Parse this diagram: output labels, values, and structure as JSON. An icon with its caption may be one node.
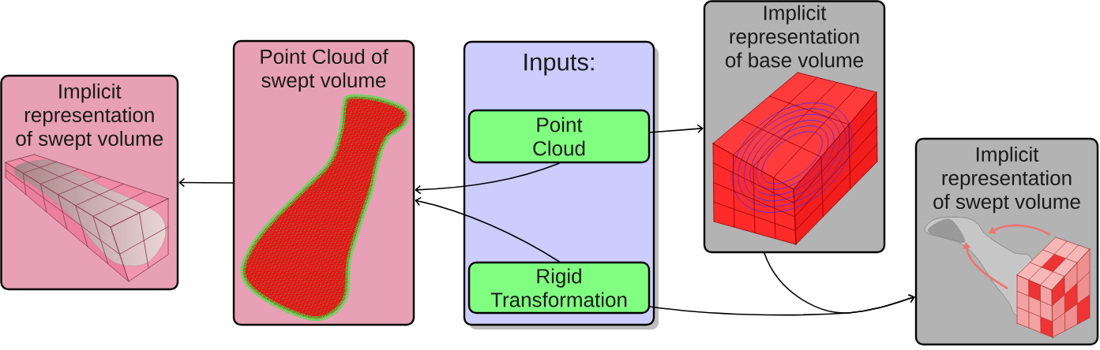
{
  "diagram": {
    "nodes": [
      {
        "text": [
          "Implicit representation of swept volume"
        ]
      },
      {
        "text": [
          "Point Cloud of swept volume"
        ]
      },
      {
        "text": [
          "Inputs:"
        ]
      },
      {
        "text": [
          "Point Cloud"
        ],
        "in": 2
      },
      {
        "text": [
          "Rigid Transformation"
        ],
        "in": 2
      },
      {
        "text": [
          "Implicit representation of base volume"
        ]
      },
      {
        "text": [
          "Implicit representation of swept volume"
        ]
      }
    ],
    "edges": [
      {
        "from": 1,
        "to": 0,
        "arrow": "to"
      },
      {
        "from": 3,
        "to": 1,
        "arrow": "to"
      },
      {
        "from": 4,
        "to": 1,
        "arrow": "to"
      },
      {
        "from": 3,
        "to": 5,
        "arrow": "to"
      },
      {
        "from": 4,
        "to": 6,
        "arrow": "to"
      },
      {
        "from": 5,
        "to": 6,
        "arrow": "to"
      }
    ]
  }
}
